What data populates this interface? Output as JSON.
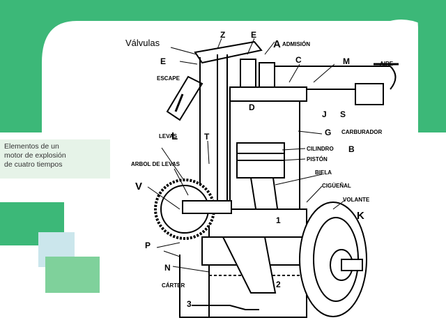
{
  "colors": {
    "accent_green": "#3cb878",
    "light_green": "#7fd19b",
    "pale_blue": "#cbe6ec",
    "caption_bg": "#e6f3e8"
  },
  "caption": {
    "line1": "Elementos de un",
    "line2": "motor de explosión",
    "line3": "de cuatro tiempos"
  },
  "labels": {
    "valvulas": "Válvulas",
    "escape": "ESCAPE",
    "admision": "ADMISIÓN",
    "aire": "AIRE",
    "carburador": "CARBURADOR",
    "cilindro": "CILINDRO",
    "piston": "PISTÓN",
    "levas": "LEVAS",
    "arbol_de_levas": "ARBOL DE LEVAS",
    "biela": "BIELA",
    "ciguenal": "CIGÜEÑAL",
    "volante": "VOLANTE",
    "carter": "CÁRTER"
  },
  "letters": {
    "Z": "Z",
    "E_top": "E",
    "A": "A",
    "E_left": "E",
    "C": "C",
    "M": "M",
    "D": "D",
    "J": "J",
    "S": "S",
    "G": "G",
    "B": "B",
    "L": "L",
    "T": "T",
    "V": "V",
    "K": "K",
    "P": "P",
    "N": "N",
    "num1": "1",
    "num2": "2",
    "num3": "3"
  }
}
